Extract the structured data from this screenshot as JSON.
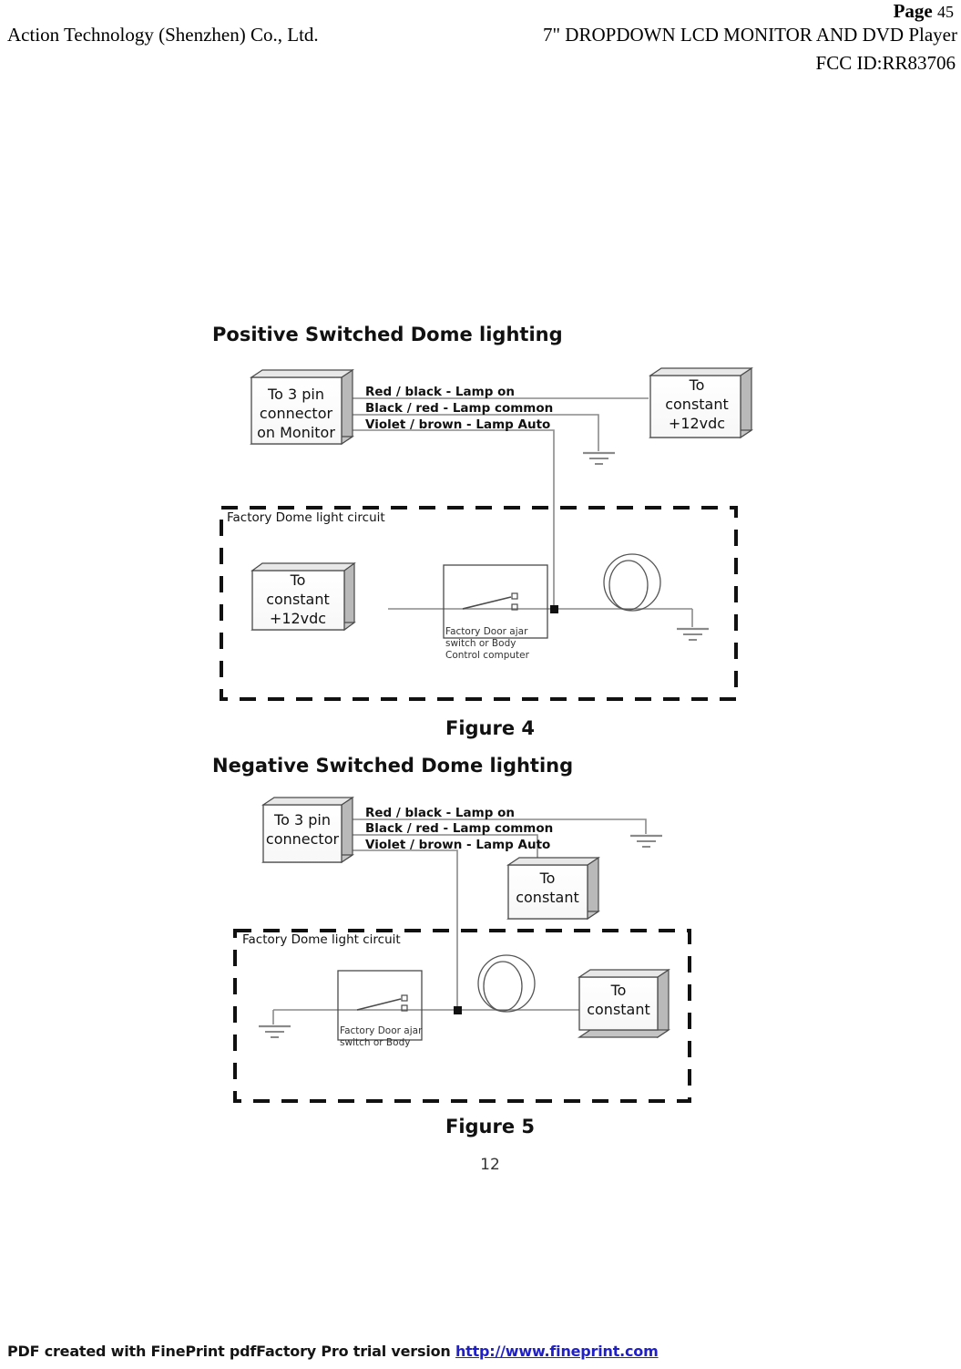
{
  "header": {
    "page_label": "Page",
    "page_number": "45",
    "company": "Action Technology (Shenzhen) Co., Ltd.",
    "product": "7\" DROPDOWN LCD MONITOR AND DVD Player",
    "fcc_id": "FCC ID:RR83706"
  },
  "figure4": {
    "title": "Positive Switched Dome lighting",
    "caption": "Figure 4",
    "connector_box": {
      "line1": "To  3 pin",
      "line2": "connector",
      "line3": "on Monitor"
    },
    "wire_labels": [
      "Red / black - Lamp on",
      "Black / red - Lamp common",
      "Violet / brown - Lamp Auto"
    ],
    "supply_box": {
      "line1": "To",
      "line2": "constant",
      "line3": "+12vdc"
    },
    "dashed_box_label": "Factory Dome light circuit",
    "inner_supply_box": {
      "line1": "To",
      "line2": "constant",
      "line3": "+12vdc"
    },
    "switch_label": {
      "line1": "Factory Door ajar",
      "line2": "switch or Body",
      "line3": "Control computer"
    }
  },
  "figure5": {
    "title": "Negative Switched Dome lighting",
    "caption": "Figure 5",
    "connector_box": {
      "line1": "To  3 pin",
      "line2": "connector"
    },
    "wire_labels": [
      "Red / black - Lamp on",
      "Black / red - Lamp common",
      "Violet / brown - Lamp Auto"
    ],
    "supply_box": {
      "line1": "To",
      "line2": "constant"
    },
    "dashed_box_label": "Factory Dome light circuit",
    "inner_supply_box": {
      "line1": "To",
      "line2": "constant"
    },
    "switch_label": {
      "line1": "Factory Door ajar",
      "line2": "switch or Body"
    }
  },
  "page_number_bottom": "12",
  "footer": {
    "text": "PDF created with FinePrint pdfFactory Pro trial version ",
    "link": "http://www.fineprint.com"
  },
  "colors": {
    "wire": "#808080",
    "outline": "#1a1a1a",
    "box_fill": "#fdfdfd",
    "box_shadow": "#b4b4b4",
    "link": "#2020c8"
  }
}
